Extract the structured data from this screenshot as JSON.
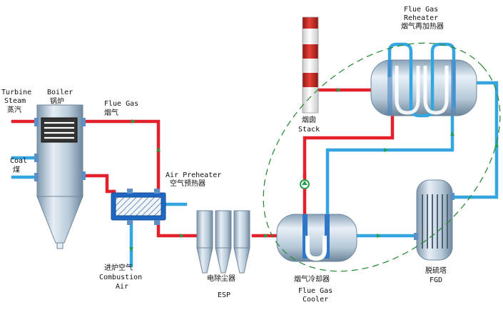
{
  "diagram": {
    "labels": {
      "turbine_steam_en_1": "Turbine",
      "turbine_steam_en_2": "Steam",
      "turbine_steam_cn": "蒸汽",
      "boiler_en": "Boiler",
      "boiler_cn": "锅炉",
      "coal_en": "Coal",
      "coal_cn": "煤",
      "flue_gas_en": "Flue Gas",
      "flue_gas_cn": "烟气",
      "air_preheater_en": "Air Preheater",
      "air_preheater_cn": "空气预热器",
      "combustion_air_cn": "进炉空气",
      "combustion_air_en_1": "Combustion",
      "combustion_air_en_2": "Air",
      "esp_cn": "电除尘器",
      "esp_en": "ESP",
      "stack_cn": "烟囱",
      "stack_en": "Stack",
      "reheater_en_1": "Flue Gas",
      "reheater_en_2": "Reheater",
      "reheater_cn": "烟气再加热器",
      "cooler_cn": "烟气冷却器",
      "cooler_en_1": "Flue Gas",
      "cooler_en_2": "Cooler",
      "fgd_cn": "脱硫塔",
      "fgd_en": "FGD"
    },
    "colors": {
      "hot_flue_gas": "#e3202b",
      "water_loop": "#33a6e0",
      "equipment_steel": "#a9c0d3",
      "boundary_dashes": "#2e8b3a",
      "stack_red": "#c8201e"
    }
  }
}
